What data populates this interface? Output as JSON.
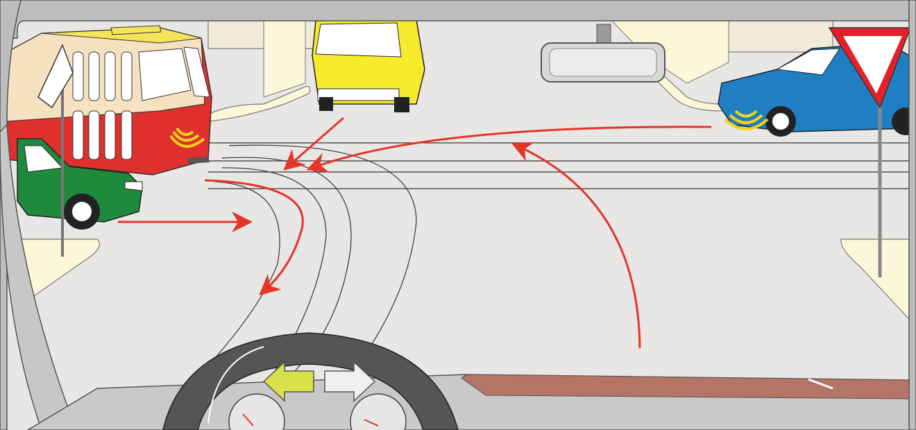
{
  "scene": {
    "title": "",
    "colors": {
      "road": "#e8e7e5",
      "sidewalk": "#fbf7d8",
      "building": "#f2ead8",
      "tram_red": "#e0302e",
      "tram_cream": "#f6e2c0",
      "tram_yellow": "#f5e45a",
      "van_yellow": "#f7ea2a",
      "car_green": "#1e8a3c",
      "car_blue": "#1f7fc2",
      "signal_yellow": "#f2d21c",
      "arrow_red": "#e53428",
      "dashboard": "#c9c9c9",
      "dash_shelf": "#b47466",
      "steering_wheel": "#555555",
      "frame_gray": "#bdbdbd",
      "indicator_green": "#d8e04a",
      "sign_red": "#e4202a"
    },
    "objects": [
      {
        "name": "tram",
        "role": "tram turning, signaling right"
      },
      {
        "name": "yellow-van",
        "role": "van coming toward the intersection"
      },
      {
        "name": "green-car",
        "role": "car on the left road"
      },
      {
        "name": "blue-car",
        "role": "car on the right road, signaling left"
      },
      {
        "name": "yield-sign",
        "role": "triangular give way sign"
      },
      {
        "name": "left-turn-indicator",
        "state": "on"
      },
      {
        "name": "right-turn-indicator",
        "state": "off"
      }
    ]
  }
}
